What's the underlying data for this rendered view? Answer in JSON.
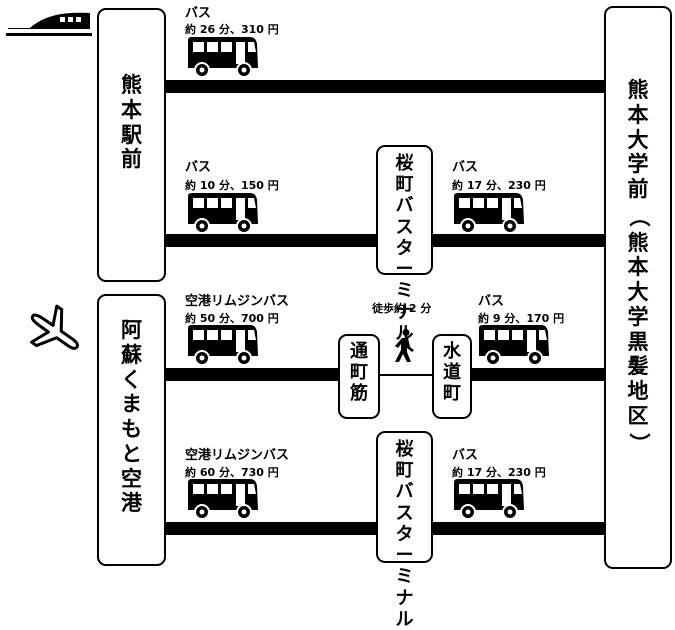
{
  "stations": {
    "kumamoto_station": "熊本駅前",
    "airport": "阿蘇くまもと空港",
    "university": "熊本大学前（熊本大学黒髪地区）"
  },
  "transfers": {
    "sakuramachi_top": "桜町バスターミナル",
    "sakuramachi_bottom": "桜町バスターミナル",
    "torichosuji": "通町筋",
    "suidocho": "水道町"
  },
  "routes": {
    "row1": {
      "mode": "バス",
      "detail": "約 26 分、310 円"
    },
    "row2a": {
      "mode": "バス",
      "detail": "約 10 分、150 円"
    },
    "row2b": {
      "mode": "バス",
      "detail": "約 17 分、230 円"
    },
    "row3a": {
      "mode": "空港リムジンバス",
      "detail": "約 50 分、700 円"
    },
    "row3walk": {
      "mode": "徒歩約 2 分"
    },
    "row3b": {
      "mode": "バス",
      "detail": "約 9 分、170 円"
    },
    "row4a": {
      "mode": "空港リムジンバス",
      "detail": "約 60 分、730 円"
    },
    "row4b": {
      "mode": "バス",
      "detail": "約 17 分、230 円"
    }
  },
  "icons": [
    "train-icon",
    "airplane-icon",
    "bus-icon",
    "walking-person-icon"
  ]
}
